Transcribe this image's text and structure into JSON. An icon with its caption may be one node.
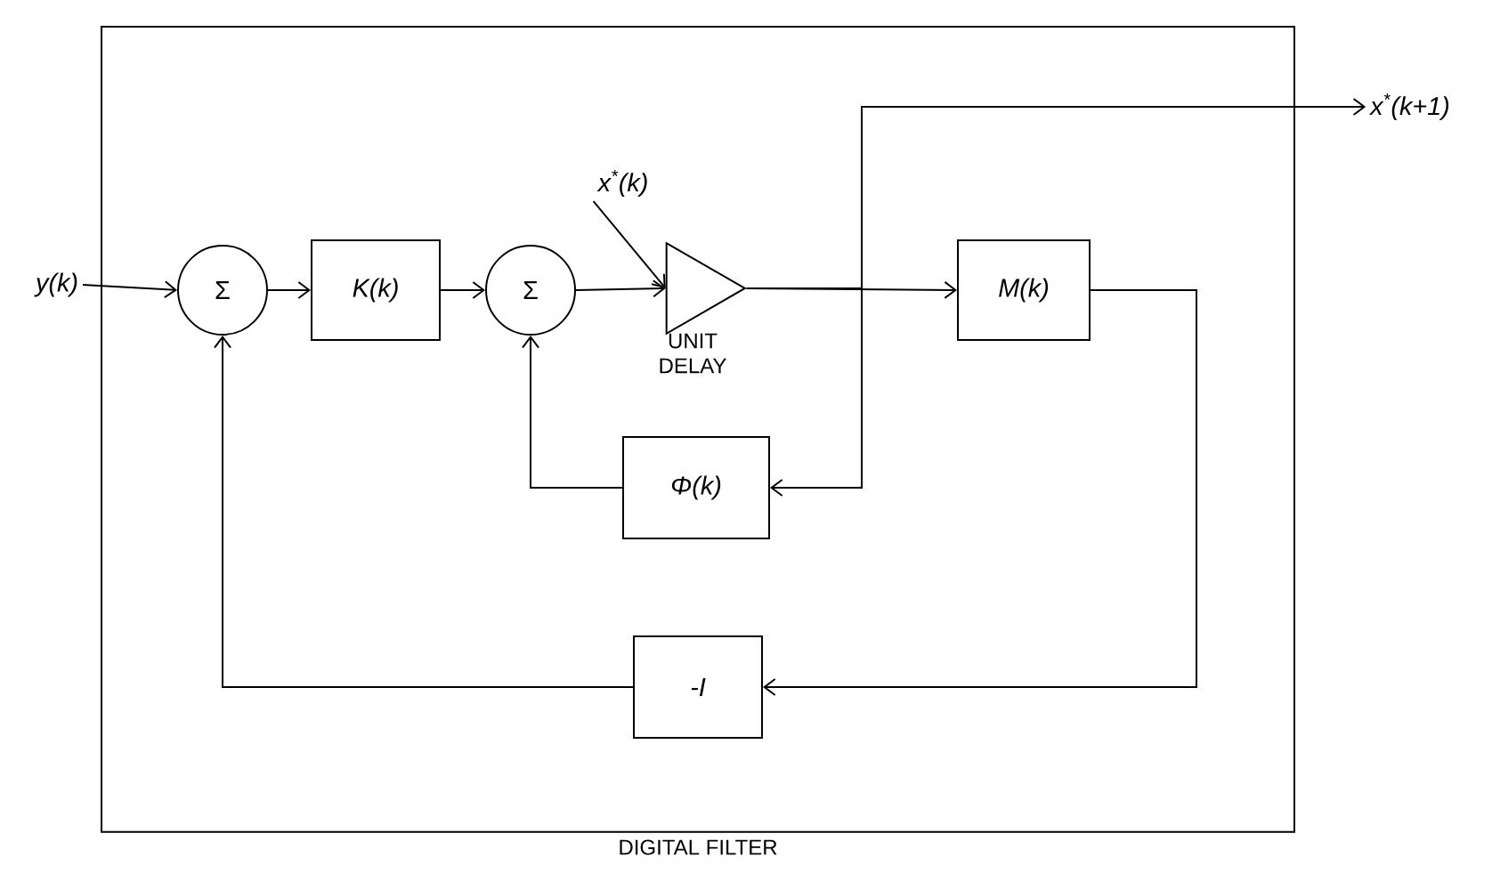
{
  "diagram": {
    "nodes": [
      {
        "text": [
          "DIGITAL FILTER"
        ]
      },
      {
        "text": [
          "y(k)"
        ]
      },
      {
        "text": [
          "Σ"
        ],
        "in": 0
      },
      {
        "text": [
          "K(k)"
        ],
        "in": 0
      },
      {
        "text": [
          "Σ"
        ],
        "in": 0
      },
      {
        "text": [
          "x$^{*}$(k)"
        ],
        "in": 0
      },
      {
        "text": [
          "UNIT DELAY"
        ],
        "in": 0
      },
      {
        "text": [
          "M(k)"
        ],
        "in": 0
      },
      {
        "text": [
          "Φ(k)"
        ],
        "in": 0
      },
      {
        "text": [
          "-I"
        ],
        "in": 0
      },
      {
        "text": [
          "x$^{*}$(k+1)"
        ]
      }
    ],
    "edges": [
      {
        "from": 1,
        "to": 2,
        "arrow": "to"
      },
      {
        "from": 2,
        "to": 3,
        "arrow": "to"
      },
      {
        "from": 3,
        "to": 4,
        "arrow": "to"
      },
      {
        "from": 4,
        "to": 6,
        "arrow": "to"
      },
      {
        "from": 5,
        "to": 6,
        "arrow": "to"
      },
      {
        "from": 6,
        "to": 7,
        "arrow": "to"
      },
      {
        "from": 6,
        "to": 10,
        "arrow": "to"
      },
      {
        "from": 6,
        "to": 8,
        "arrow": "to"
      },
      {
        "from": 8,
        "to": 4,
        "arrow": "to"
      },
      {
        "from": 7,
        "to": 9,
        "arrow": "to"
      },
      {
        "from": 9,
        "to": 2,
        "arrow": "to"
      }
    ]
  }
}
